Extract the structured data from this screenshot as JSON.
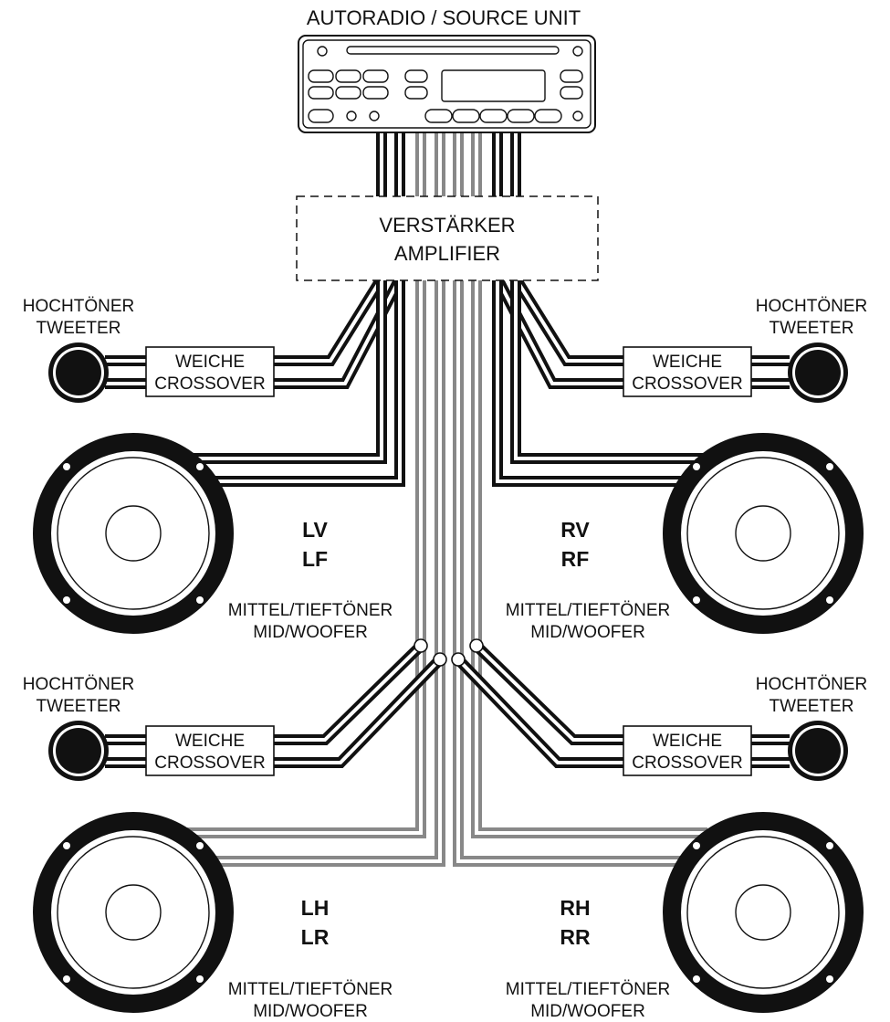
{
  "source_unit": {
    "label": "AUTORADIO / SOURCE UNIT"
  },
  "amplifier": {
    "label_de": "VERSTÄRKER",
    "label_en": "AMPLIFIER"
  },
  "components": {
    "tweeter": {
      "label_de": "HOCHTÖNER",
      "label_en": "TWEETER"
    },
    "crossover": {
      "label_de": "WEICHE",
      "label_en": "CROSSOVER"
    },
    "woofer": {
      "label_de": "MITTEL/TIEFTÖNER",
      "label_en": "MID/WOOFER"
    }
  },
  "channels": {
    "left_front": {
      "de": "LV",
      "en": "LF"
    },
    "right_front": {
      "de": "RV",
      "en": "RF"
    },
    "left_rear": {
      "de": "LH",
      "en": "LR"
    },
    "right_rear": {
      "de": "RH",
      "en": "RR"
    }
  },
  "colors": {
    "front_wire": "#111111",
    "rear_wire": "#888888",
    "background": "#ffffff"
  }
}
